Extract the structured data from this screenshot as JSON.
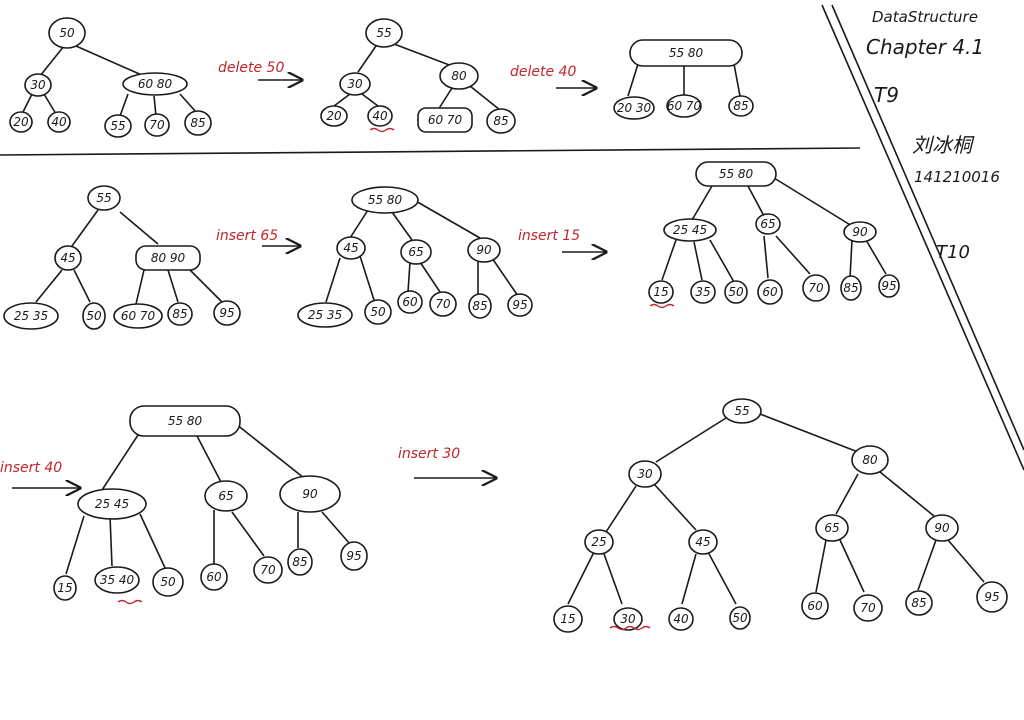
{
  "header": {
    "course": "DataStructure",
    "chapter": "Chapter 4.1",
    "task9": "T9",
    "name": "刘冰桐",
    "student_id": "141210016",
    "task10": "T10"
  },
  "ops": {
    "delete50": "delete 50",
    "delete40": "delete 40",
    "insert65": "insert 65",
    "insert15": "insert 15",
    "insert40": "insert 40",
    "insert30": "insert 30"
  },
  "colors": {
    "ink": "#1a1a1a",
    "annotation": "#c0262b",
    "paper": "#ffffff"
  },
  "t9": {
    "tree1": {
      "root": "50",
      "l": "30",
      "r": "60 80",
      "ll": "20",
      "lr": "40",
      "rl": "55",
      "rm": "70",
      "rr": "85"
    },
    "tree2": {
      "root": "55",
      "l": "30",
      "r": "80",
      "ll": "20",
      "lr": "40",
      "rl": "60 70",
      "rr": "85"
    },
    "tree3": {
      "root": "55 80",
      "c1": "20 30",
      "c2": "60 70",
      "c3": "85"
    }
  },
  "t10": {
    "tree1": {
      "root": "55",
      "l": "45",
      "r": "80 90",
      "ll": "25 35",
      "lr": "50",
      "r1": "60 70",
      "r2": "85",
      "r3": "95"
    },
    "tree2": {
      "root": "55 80",
      "c1": "45",
      "c2": "65",
      "c3": "90",
      "g1": "25 35",
      "g2": "50",
      "g3": "60",
      "g4": "70",
      "g5": "85",
      "g6": "95"
    },
    "tree3": {
      "root": "55 80",
      "c1": "25 45",
      "c2": "65",
      "c3": "90",
      "g1": "15",
      "g2": "35",
      "g3": "50",
      "g4": "60",
      "g5": "70",
      "g6": "85",
      "g7": "95"
    },
    "tree4": {
      "root": "55 80",
      "c1": "25 45",
      "c2": "65",
      "c3": "90",
      "g1": "15",
      "g2": "35 40",
      "g3": "50",
      "g4": "60",
      "g5": "70",
      "g6": "85",
      "g7": "95"
    },
    "tree5": {
      "root": "55",
      "l": "30",
      "r": "80",
      "l1": "25",
      "l2": "45",
      "r1": "65",
      "r2": "90",
      "g1": "15",
      "g2": "30",
      "g3": "40",
      "g4": "50",
      "g5": "60",
      "g6": "70",
      "g7": "85",
      "g8": "95"
    }
  }
}
